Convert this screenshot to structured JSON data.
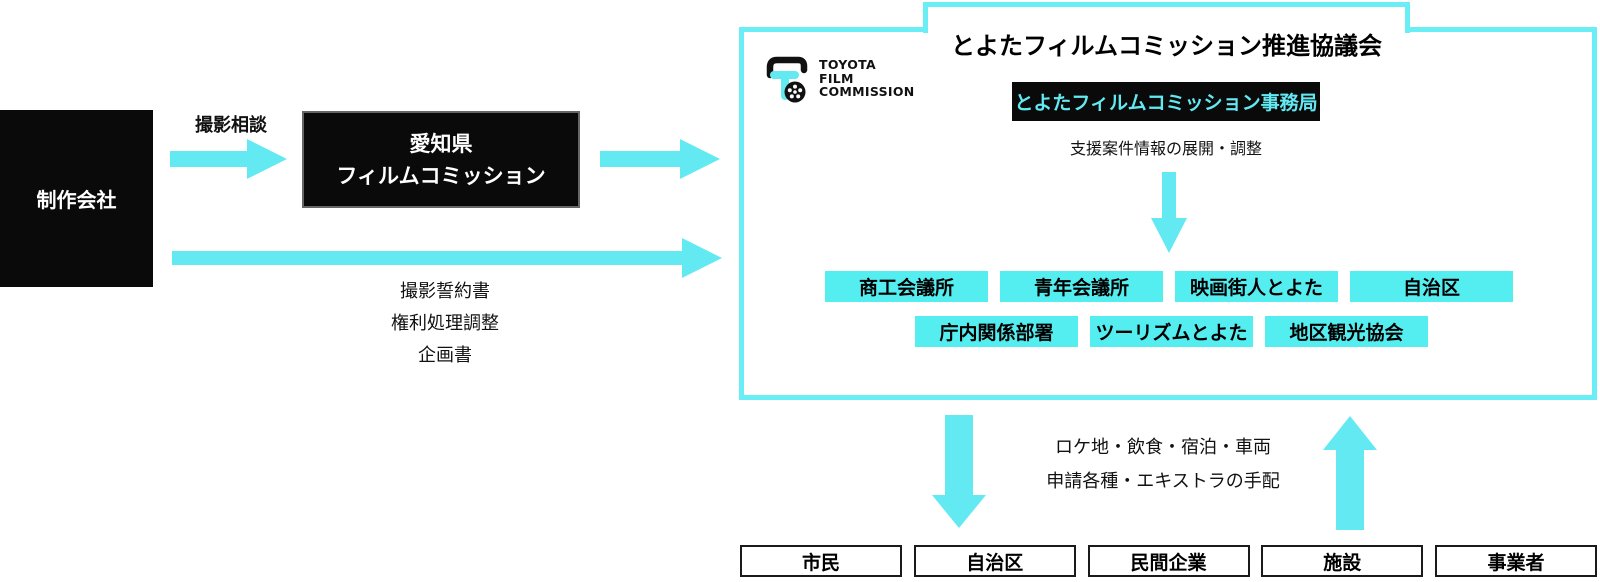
{
  "colors": {
    "cyan_border": "#68EEF4",
    "cyan_fill": "#54EDF0",
    "cyan_arrow": "#63E9F2",
    "box_black": "#0a0a0a"
  },
  "left_flow": {
    "production_company": "制作会社",
    "consult_label": "撮影相談",
    "aichi_fc_line1": "愛知県",
    "aichi_fc_line2": "フィルムコミッション",
    "documents": [
      "撮影誓約書",
      "権利処理調整",
      "企画書"
    ]
  },
  "council": {
    "title": "とよたフィルムコミッション推進協議会",
    "logo_text": [
      "TOYOTA",
      "FILM",
      "COMMISSION"
    ],
    "office_badge": "とよたフィルムコミッション事務局",
    "office_note": "支援案件情報の展開・調整",
    "members_row1": [
      "商工会議所",
      "青年会議所",
      "映画街人とよた",
      "自治区"
    ],
    "members_row2": [
      "庁内関係部署",
      "ツーリズムとよた",
      "地区観光協会"
    ]
  },
  "bottom": {
    "services_line1": "ロケ地・飲食・宿泊・車両",
    "services_line2": "申請各種・エキストラの手配",
    "entities": [
      "市民",
      "自治区",
      "民間企業",
      "施設",
      "事業者"
    ]
  }
}
